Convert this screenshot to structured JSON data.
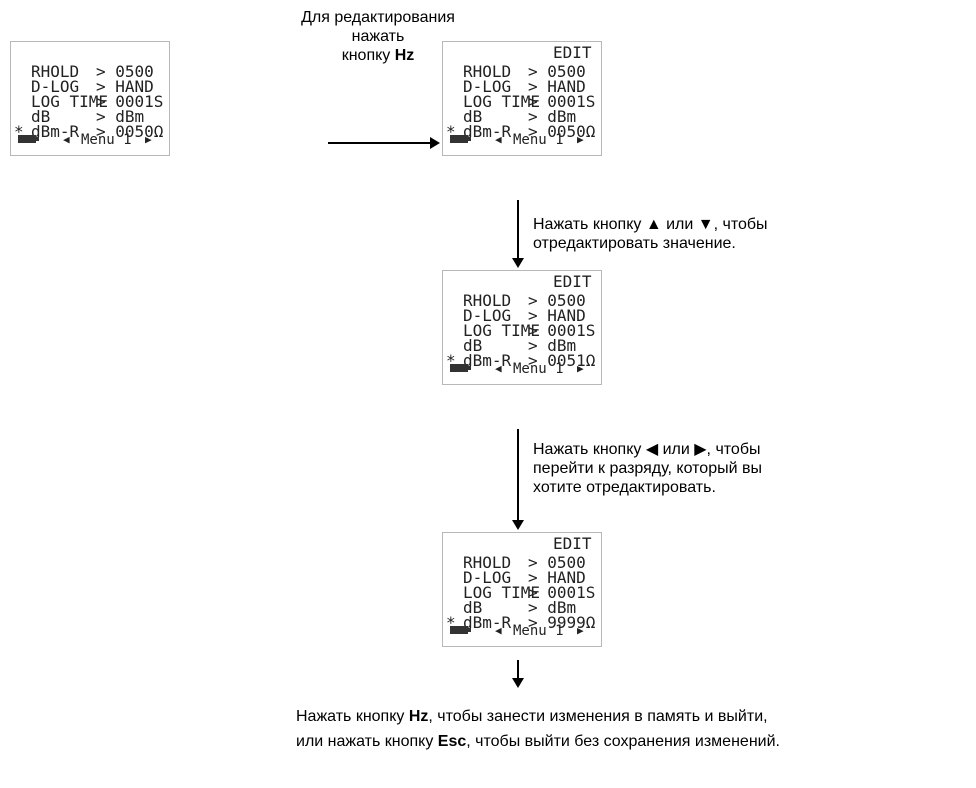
{
  "screens": [
    {
      "edit": "",
      "rows": [
        {
          "label": "RHOLD",
          "value": "> 0500",
          "asterisk": ""
        },
        {
          "label": "D-LOG",
          "value": "> HAND",
          "asterisk": ""
        },
        {
          "label": "LOG TIME",
          "value": "> 0001S",
          "asterisk": ""
        },
        {
          "label": "dB",
          "value": "> dBm",
          "asterisk": ""
        },
        {
          "label": "dBm-R",
          "value": "> 0050Ω",
          "asterisk": "*"
        }
      ],
      "footer_left": "◀",
      "footer_menu": "Menu 1",
      "footer_right": "▶"
    },
    {
      "edit": "EDIT",
      "rows": [
        {
          "label": "RHOLD",
          "value": "> 0500",
          "asterisk": ""
        },
        {
          "label": "D-LOG",
          "value": "> HAND",
          "asterisk": ""
        },
        {
          "label": "LOG TIME",
          "value": "> 0001S",
          "asterisk": ""
        },
        {
          "label": "dB",
          "value": "> dBm",
          "asterisk": ""
        },
        {
          "label": "dBm-R",
          "value": "> 0050Ω",
          "asterisk": "*"
        }
      ],
      "footer_left": "◀",
      "footer_menu": "Menu 1",
      "footer_right": "▶"
    },
    {
      "edit": "EDIT",
      "rows": [
        {
          "label": "RHOLD",
          "value": "> 0500",
          "asterisk": ""
        },
        {
          "label": "D-LOG",
          "value": "> HAND",
          "asterisk": ""
        },
        {
          "label": "LOG TIME",
          "value": "> 0001S",
          "asterisk": ""
        },
        {
          "label": "dB",
          "value": "> dBm",
          "asterisk": ""
        },
        {
          "label": "dBm-R",
          "value": "> 0051Ω",
          "asterisk": "*"
        }
      ],
      "footer_left": "◀",
      "footer_menu": "Menu 1",
      "footer_right": "▶"
    },
    {
      "edit": "EDIT",
      "rows": [
        {
          "label": "RHOLD",
          "value": "> 0500",
          "asterisk": ""
        },
        {
          "label": "D-LOG",
          "value": "> HAND",
          "asterisk": ""
        },
        {
          "label": "LOG TIME",
          "value": "> 0001S",
          "asterisk": ""
        },
        {
          "label": "dB",
          "value": "> dBm",
          "asterisk": ""
        },
        {
          "label": "dBm-R",
          "value": "> 9999Ω",
          "asterisk": "*"
        }
      ],
      "footer_left": "◀",
      "footer_menu": "Menu 1",
      "footer_right": "▶"
    }
  ],
  "captions": {
    "step1_line1": "Для редактирования",
    "step1_line2": "нажать",
    "step1_line3_pre": "кнопку ",
    "step1_line3_key": "Hz",
    "step2_line1": "Нажать кнопку ▲ или ▼, чтобы",
    "step2_line2": "отредактировать значение.",
    "step3_line1": "Нажать кнопку ◀ или ▶, чтобы",
    "step3_line2": "перейти к разряду, который вы",
    "step3_line3": "хотите отредактировать.",
    "step4_line1_pre": "Нажать кнопку ",
    "step4_line1_key": "Hz",
    "step4_line1_post": ", чтобы занести изменения в память и выйти,",
    "step4_line2_pre": "или нажать кнопку ",
    "step4_line2_key": "Esc",
    "step4_line2_post": ", чтобы выйти без сохранения изменений."
  }
}
